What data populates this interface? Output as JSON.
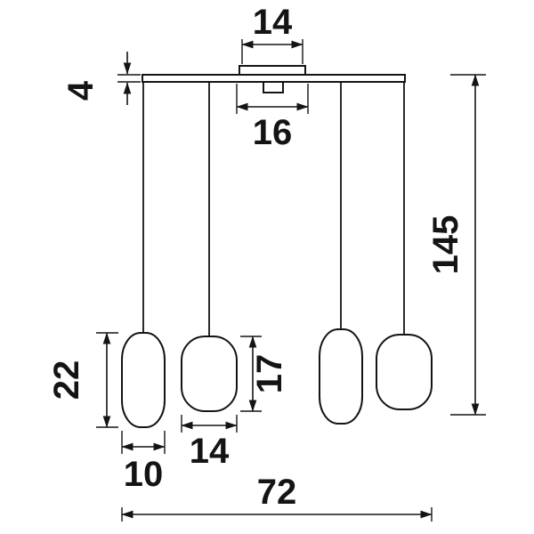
{
  "drawing": {
    "dims": {
      "canopy_width": "14",
      "bar_thickness": "4",
      "canopy_base_width": "16",
      "overall_height": "145",
      "left_shade_height": "22",
      "left_shade_width": "10",
      "second_shade_width": "14",
      "second_shade_height": "17",
      "overall_width": "72"
    }
  }
}
